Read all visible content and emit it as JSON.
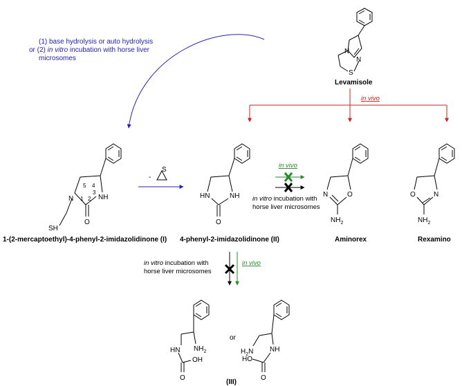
{
  "compounds": {
    "levamisole": {
      "name": "Levamisole",
      "atoms": {
        "n": "N",
        "s": "S"
      }
    },
    "compound_i": {
      "name": "1-(2-mercaptoethyl)-4-phenyl-2-imidazolidinone (I)",
      "atoms": {
        "n1": "N",
        "nh": "NH",
        "o": "O",
        "sh": "SH"
      },
      "ring_numbers": [
        "1",
        "2",
        "3",
        "4",
        "5"
      ]
    },
    "compound_ii": {
      "name": "4-phenyl-2-imidazolidinone (II)",
      "atoms": {
        "hn": "HN",
        "nh": "NH",
        "o": "O"
      }
    },
    "aminorex": {
      "name": "Aminorex",
      "atoms": {
        "n": "N",
        "o": "O",
        "nh2": "NH",
        "nh2_sub": "2"
      }
    },
    "rexamino": {
      "name": "Rexamino",
      "atoms": {
        "o": "O",
        "n": "N",
        "nh2": "NH",
        "nh2_sub": "2"
      }
    },
    "compound_iii": {
      "name": "(III)",
      "or_label": "or",
      "left": {
        "hn": "HN",
        "nh2": "NH",
        "nh2_sub": "2",
        "o": "O",
        "oh": "OH"
      },
      "right": {
        "h2n": "H",
        "h2n_sub": "2",
        "h2n_n": "N",
        "nh": "NH",
        "ho": "HO",
        "o": "O"
      }
    },
    "episulfide": {
      "s": "S",
      "charge": "-"
    }
  },
  "annotations": {
    "hydrolysis_line1": "(1) base hydrolysis or auto hydrolysis",
    "hydrolysis_line2_prefix": "or (2) ",
    "hydrolysis_line2_italic": "in vitro",
    "hydrolysis_line2_suffix": " incubation with horse liver",
    "hydrolysis_line3": "microsomes",
    "levamisole_in_vivo": "in vivo",
    "aminorex_in_vivo": "in vivo",
    "aminorex_in_vitro_italic": "in vitro",
    "aminorex_in_vitro_rest": " incubation with",
    "aminorex_microsomes": "horse liver microsomes",
    "iii_in_vitro_italic": "in vitro",
    "iii_in_vitro_rest": " incubation with",
    "iii_microsomes": "horse liver microsomes",
    "iii_in_vivo": "in vivo"
  },
  "colors": {
    "blue_arrow": "#2222bb",
    "red_arrow": "#cc2222",
    "green_arrow": "#2a8a2a",
    "black": "#000000"
  }
}
